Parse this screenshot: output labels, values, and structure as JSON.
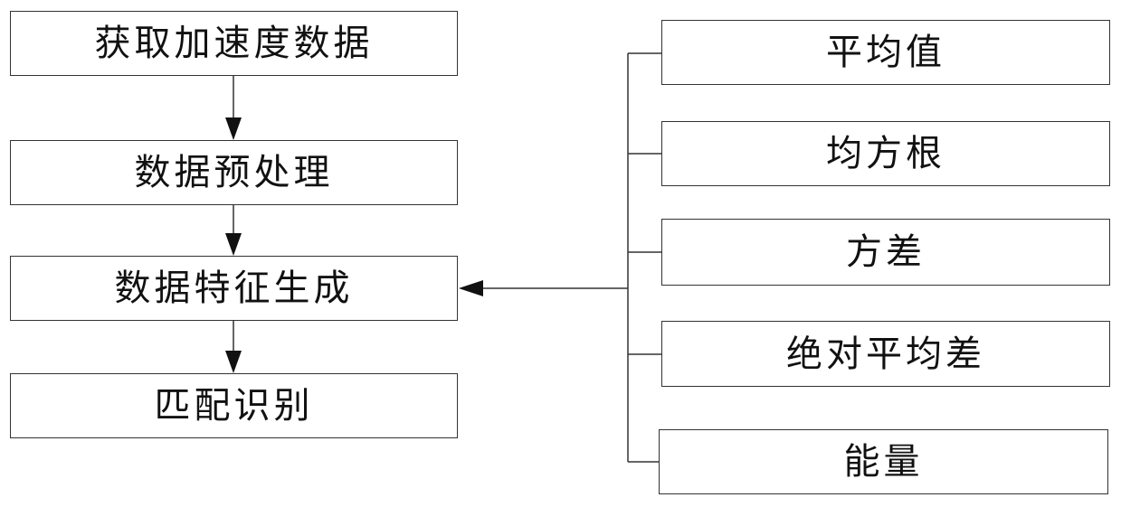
{
  "colors": {
    "line": "#333333",
    "text": "#111111",
    "background": "#ffffff"
  },
  "process_steps": [
    {
      "label": "获取加速度数据"
    },
    {
      "label": "数据预处理"
    },
    {
      "label": "数据特征生成"
    },
    {
      "label": "匹配识别"
    }
  ],
  "features": [
    {
      "label": "平均值"
    },
    {
      "label": "均方根"
    },
    {
      "label": "方差"
    },
    {
      "label": "绝对平均差"
    },
    {
      "label": "能量"
    }
  ]
}
